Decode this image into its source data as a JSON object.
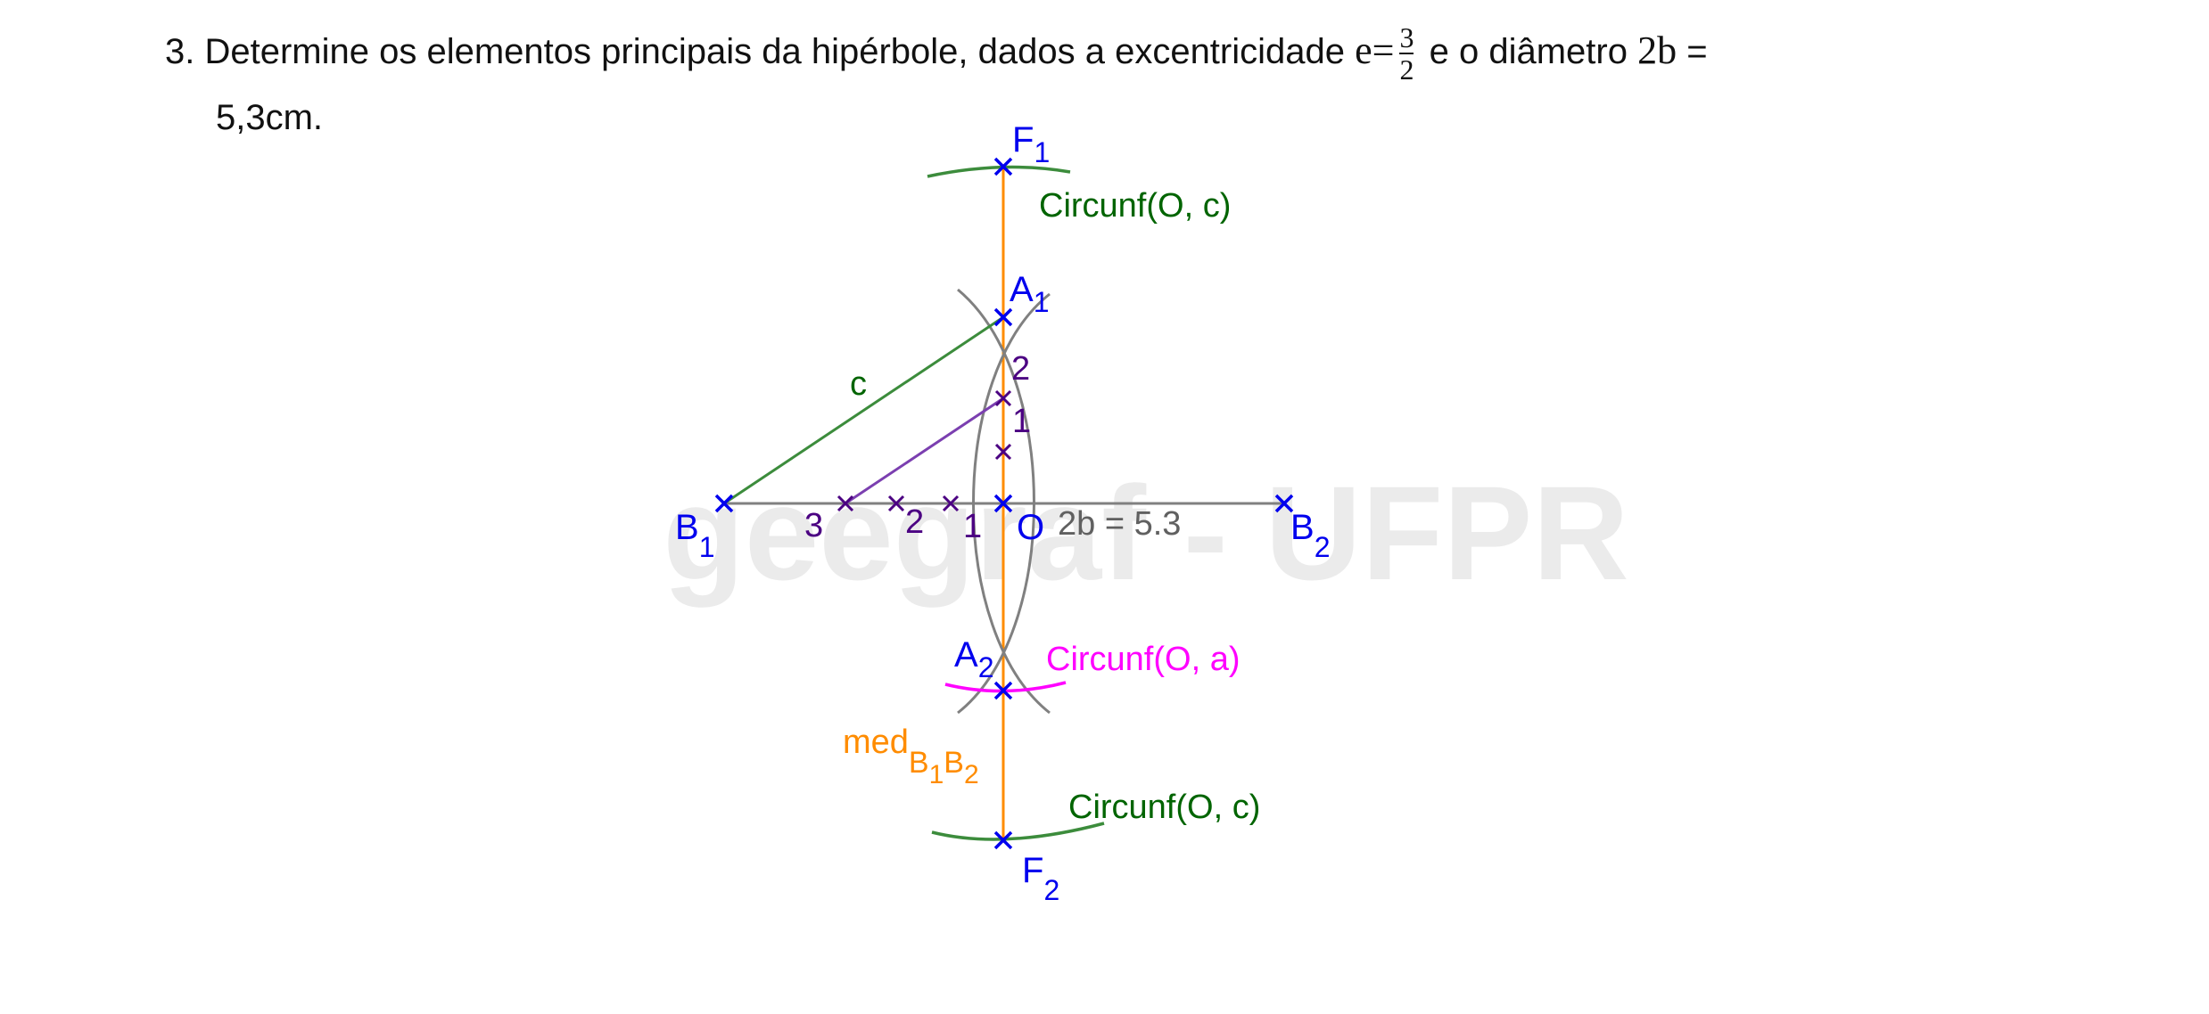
{
  "question": {
    "number": "3.",
    "text_before": "Determine os elementos principais da hipérbole, dados a excentricidade",
    "eccentricity_symbol": "e",
    "equals": "=",
    "frac_num": "3",
    "frac_den": "2",
    "text_middle": "e o diâmetro",
    "diameter_symbol": "2b",
    "equals2": "=",
    "line2": "5,3cm."
  },
  "watermark": "geegraf - UFPR",
  "labels": {
    "F1": {
      "main": "F",
      "sub": "1"
    },
    "F2": {
      "main": "F",
      "sub": "2"
    },
    "A1": {
      "main": "A",
      "sub": "1"
    },
    "A2": {
      "main": "A",
      "sub": "2"
    },
    "B1": {
      "main": "B",
      "sub": "1"
    },
    "B2": {
      "main": "B",
      "sub": "2"
    },
    "O": "O",
    "c_segment": "c",
    "diameter": "2b = 5.3",
    "circ_c_top": "Circunf(O, c)",
    "circ_a": "Circunf(O, a)",
    "circ_c_bottom": "Circunf(O, c)",
    "med_main": "med",
    "med_sub1": "B",
    "med_sub2": "1",
    "med_sub3": "B",
    "med_sub4": "2",
    "div_h1": "1",
    "div_h2": "2",
    "div_h3": "3",
    "div_v1": "1",
    "div_v2": "2"
  },
  "colors": {
    "blue": "#0000ee",
    "green": "#006400",
    "green_line": "#3c8c3c",
    "orange": "#ff8c00",
    "magenta": "#ff00ff",
    "purple": "#4b0082",
    "gray": "#808080",
    "watermark": "#ebebeb"
  }
}
